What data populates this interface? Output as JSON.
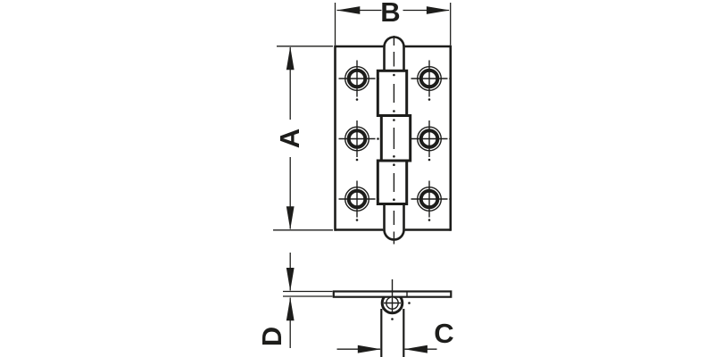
{
  "colors": {
    "line": "#1d1d1b",
    "background": "#ffffff"
  },
  "drawing": {
    "kind": "hinge technical line drawing, front view and side view",
    "dimension_labels": {
      "a": "A",
      "b": "B",
      "c": "C",
      "d": "D"
    },
    "front_view": {
      "screw_holes": 6,
      "hole_rows": 3,
      "hole_columns": 2,
      "knuckle_segments": 3
    },
    "side_view": {
      "knuckle_pin_circles": 1
    }
  }
}
